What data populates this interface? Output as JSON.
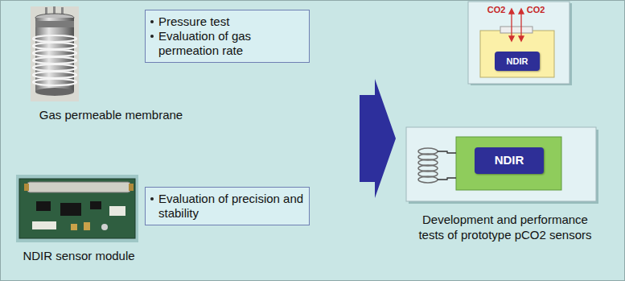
{
  "diagram": {
    "nodes": [
      {
        "text": [
          "Pressure test",
          "Evaluation of gas permeation rate"
        ]
      },
      {
        "text": [
          "Evaluation of precision and stability"
        ]
      },
      {
        "text": [
          "NDIR"
        ]
      },
      {
        "text": [
          "NDIR"
        ]
      }
    ],
    "labels": [
      "Gas permeable membrane",
      "NDIR sensor module",
      "CO2",
      "CO2",
      "Development and performance tests of prototype pCO2 sensors"
    ]
  }
}
